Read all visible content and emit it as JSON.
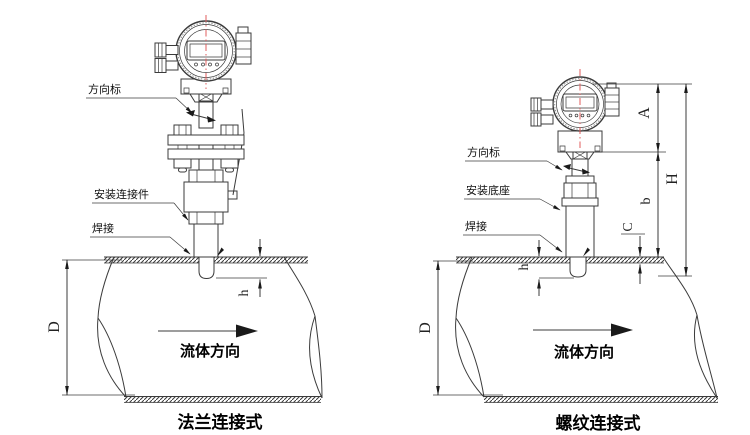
{
  "colors": {
    "line": "#3b3b3b",
    "text": "#111111",
    "centerline_red": "#e05c5c",
    "pipe_wall_hatch": "#a6a6a6",
    "background": "#ffffff"
  },
  "left_figure": {
    "caption": "法兰连接式",
    "flow_direction_label": "流体方向",
    "callouts": {
      "direction_mark": "方向标",
      "mounting_connector": "安装连接件",
      "weld": "焊接"
    },
    "dimensions": {
      "pipe_diameter": "D",
      "insertion_depth": "h"
    }
  },
  "right_figure": {
    "caption": "螺纹连接式",
    "flow_direction_label": "流体方向",
    "callouts": {
      "direction_mark": "方向标",
      "mounting_base": "安装底座",
      "weld": "焊接"
    },
    "dimensions": {
      "pipe_diameter": "D",
      "insertion_depth": "h",
      "head_height": "A",
      "overall_height": "H",
      "stem_height": "b",
      "wall_thickness": "C"
    }
  }
}
